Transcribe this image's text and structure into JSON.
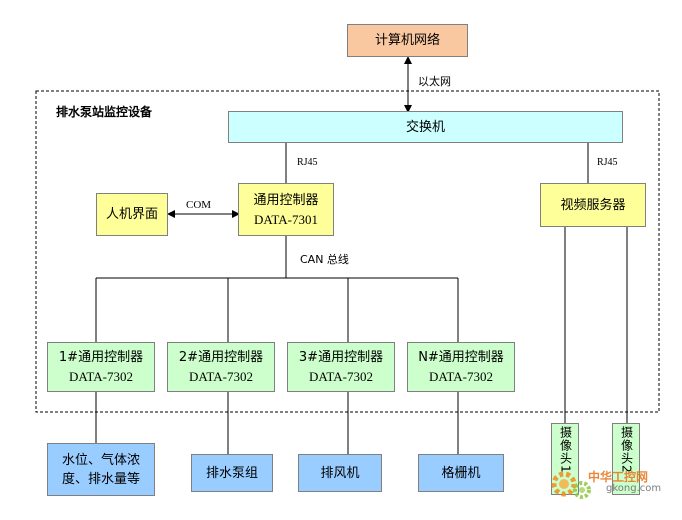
{
  "top_node": {
    "label": "计算机网络"
  },
  "uplink_label": "以太网",
  "group": {
    "title": "排水泵站监控设备"
  },
  "switch": {
    "label": "交换机"
  },
  "rj45_left": "RJ45",
  "rj45_right": "RJ45",
  "hmi": {
    "label": "人机界面"
  },
  "com_label": "COM",
  "main_controller": {
    "name": "通用控制器",
    "model": "DATA-7301"
  },
  "video_server": {
    "label": "视频服务器"
  },
  "can_label": "CAN 总线",
  "sub_controllers": [
    {
      "name": "1#通用控制器",
      "model": "DATA-7302"
    },
    {
      "name": "2#通用控制器",
      "model": "DATA-7302"
    },
    {
      "name": "3#通用控制器",
      "model": "DATA-7302"
    },
    {
      "name": "N#通用控制器",
      "model": "DATA-7302"
    }
  ],
  "field_devices": [
    {
      "label": "水位、气体浓度、排水量等"
    },
    {
      "label": "排水泵组"
    },
    {
      "label": "排风机"
    },
    {
      "label": "格栅机"
    }
  ],
  "cameras": [
    {
      "label": "摄像头1"
    },
    {
      "label": "摄像头2"
    }
  ],
  "watermark": {
    "text": "中华工控网",
    "url": "gkong.com"
  },
  "colors": {
    "orange": "#fac8a0",
    "cyan": "#ccffff",
    "yellow": "#ffff99",
    "green": "#ccffcc",
    "blue": "#99ccff"
  }
}
